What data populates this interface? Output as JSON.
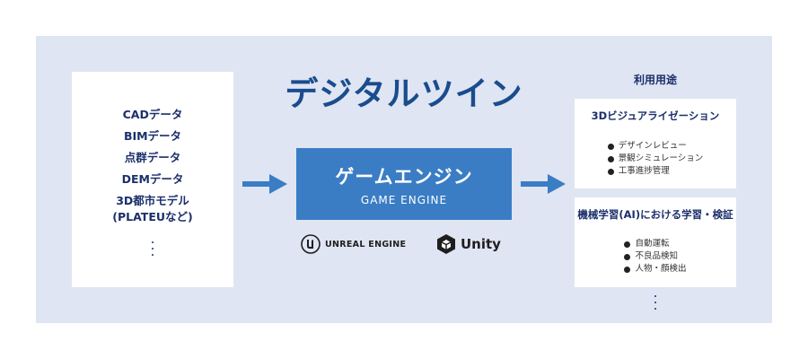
{
  "title": "デジタルツイン",
  "sources": {
    "items": [
      "CADデータ",
      "BIMデータ",
      "点群データ",
      "DEMデータ"
    ],
    "multiline_item": {
      "line1": "3D都市モデル",
      "line2": "(PLATEUなど)"
    },
    "more": "⋮"
  },
  "engine": {
    "name": "ゲームエンジン",
    "name_en": "GAME ENGINE"
  },
  "logos": {
    "unreal": "UNREAL ENGINE",
    "unity": "Unity"
  },
  "uses": {
    "header": "利用用途",
    "groups": [
      {
        "title": "3Dビジュアライゼーション",
        "items": [
          "デザインレビュー",
          "景観シミュレーション",
          "工事進捗管理"
        ]
      },
      {
        "title": "機械学習(AI)における学習・検証",
        "items": [
          "自動運転",
          "不良品検知",
          "人物・顔検出"
        ]
      }
    ],
    "more": "⋮"
  },
  "colors": {
    "panel": "#dfe5f2",
    "title": "#1a4c8e",
    "engine_box": "#3a7dc5",
    "arrow": "#3a7dc5",
    "text": "#1b2f6b"
  }
}
